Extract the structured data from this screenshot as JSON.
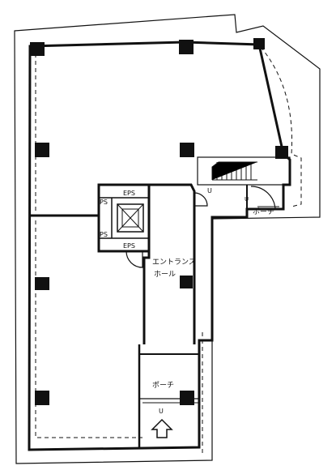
{
  "labels": {
    "eps_top": "EPS",
    "eps_bottom": "EPS",
    "ps_top": "PS",
    "ps_bottom": "PS",
    "entrance_hall_line1": "エントランス",
    "entrance_hall_line2": "ホール",
    "porch_right": "ポーチ",
    "porch_bottom": "ポーチ",
    "u_stair": "U",
    "u_ramp": "U",
    "u_bottom": "U"
  },
  "icons": {
    "elevator": "elevator-cross-icon",
    "entry_arrow": "up-arrow-icon"
  },
  "colors": {
    "line": "#111111",
    "background": "#ffffff"
  }
}
